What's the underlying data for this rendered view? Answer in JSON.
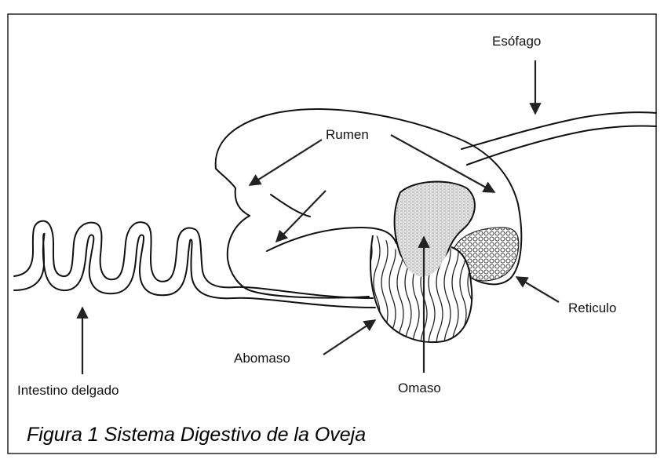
{
  "labels": {
    "esofago": "Esófago",
    "rumen": "Rumen",
    "reticulo": "Reticulo",
    "abomaso": "Abomaso",
    "omaso": "Omaso",
    "intestino": "Intestino delgado"
  },
  "caption": "Figura 1 Sistema Digestivo de la Oveja"
}
